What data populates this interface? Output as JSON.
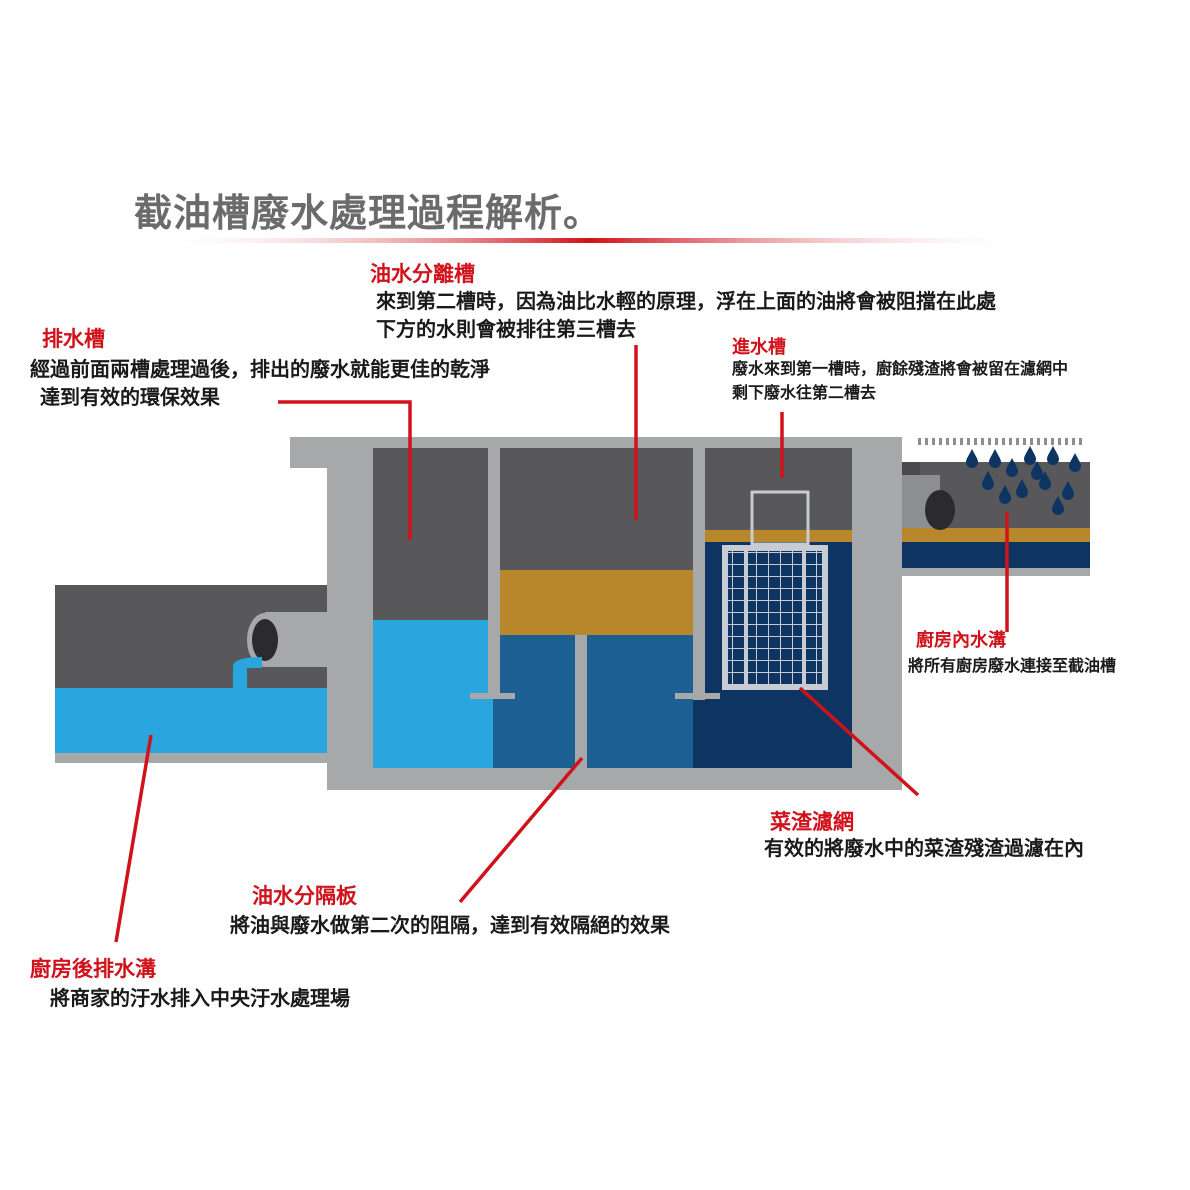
{
  "title": "截油槽廢水處理過程解析。",
  "colors": {
    "title": "#6b6b6b",
    "accent_red": "#d0121b",
    "tank_concrete": "#a7a8aa",
    "dark_gray": "#58575a",
    "oil_layer": "#b8872b",
    "light_blue_water": "#2aa6df",
    "mid_blue_water": "#1b5f93",
    "dark_blue_water": "#0e3461"
  },
  "labels": {
    "drain_tank": {
      "title": "排水槽",
      "lines": [
        "經過前面兩槽處理過後，排出的廢水就能更佳的乾淨",
        "達到有效的環保效果"
      ]
    },
    "oil_water_separation_tank": {
      "title": "油水分離槽",
      "lines": [
        "來到第二槽時，因為油比水輕的原理，浮在上面的油將會被阻擋在此處",
        "下方的水則會被排往第三槽去"
      ]
    },
    "inlet_tank": {
      "title": "進水槽",
      "lines": [
        "廢水來到第一槽時，廚餘殘渣將會被留在濾網中",
        "剩下廢水往第二槽去"
      ]
    },
    "kitchen_inner_drain": {
      "title": "廚房內水溝",
      "lines": [
        "將所有廚房廢水連接至截油槽"
      ]
    },
    "food_waste_filter": {
      "title": "菜渣濾網",
      "lines": [
        "有效的將廢水中的菜渣殘渣過濾在內"
      ]
    },
    "oil_water_partition": {
      "title": "油水分隔板",
      "lines": [
        "將油與廢水做第二次的阻隔，達到有效隔絕的效果"
      ]
    },
    "kitchen_rear_drain": {
      "title": "廚房後排水溝",
      "lines": [
        "將商家的汙水排入中央汙水處理場"
      ]
    }
  }
}
